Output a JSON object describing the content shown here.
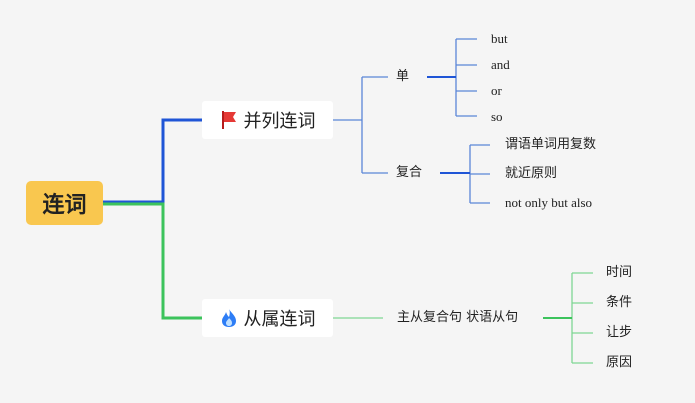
{
  "root": {
    "label": "连词"
  },
  "branches": {
    "coordinating": {
      "label": "并列连词",
      "icon": "red-flag-icon",
      "color": "#1f55d6",
      "single": {
        "label": "单",
        "items": [
          "but",
          "and",
          "or",
          "so"
        ]
      },
      "compound": {
        "label": "复合",
        "items": [
          "谓语单词用复数",
          "就近原则",
          "not only but also"
        ]
      }
    },
    "subordinating": {
      "label": "从属连词",
      "icon": "blue-flame-icon",
      "color": "#3cc35c",
      "clause": {
        "label": "主从复合句 状语从句",
        "items": [
          "时间",
          "条件",
          "让步",
          "原因"
        ]
      }
    }
  }
}
